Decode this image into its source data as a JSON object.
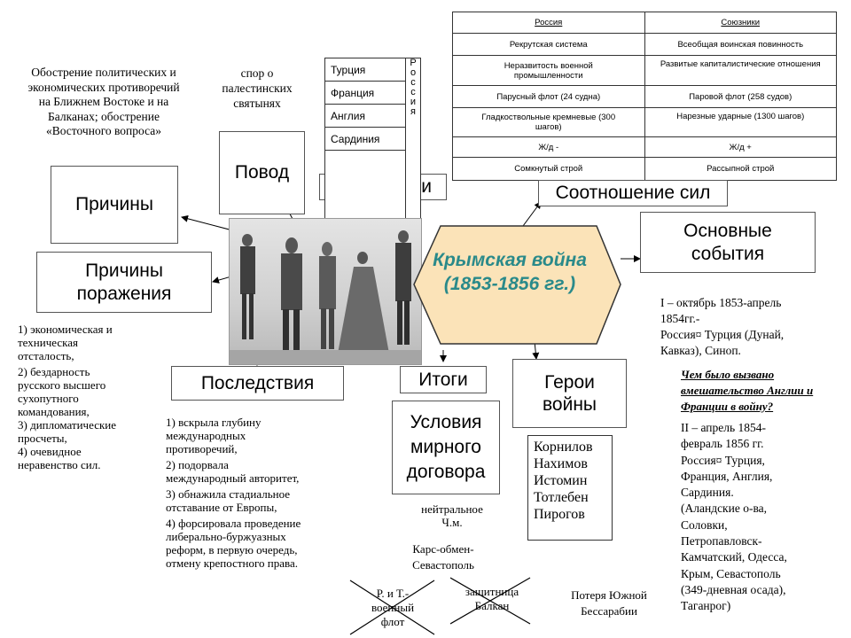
{
  "center": {
    "title": "Крымская война",
    "dates": "(1853-1856 гг.)"
  },
  "boxes": {
    "causes": "Причины",
    "pretext": "Повод",
    "defeat_causes_l1": "Причины",
    "defeat_causes_l2": "поражения",
    "consequences": "Последствия",
    "results": "Итоги",
    "peace_l1": "Условия",
    "peace_l2": "мирного",
    "peace_l3": "договора",
    "heroes_l1": "Герои",
    "heroes_l2": "войны",
    "forces": "Соотношение сил",
    "events_l1": "Основные",
    "events_l2": "события",
    "hidden_fragment": "и"
  },
  "causes_note": [
    "Обострение политических и",
    "экономических противоречий",
    "на Ближнем Востоке и на",
    "Балканах; обострение",
    "«Восточного вопроса»"
  ],
  "pretext_note": [
    "спор о",
    "палестинских",
    "святынях"
  ],
  "alliance": {
    "countries": [
      "Турция",
      "Франция",
      "Англия",
      "Сардиния"
    ],
    "russia_letters": [
      "Р",
      "о",
      "с",
      "с",
      "и",
      "я"
    ]
  },
  "comparison": {
    "headers": [
      "Россия",
      "Союзники"
    ],
    "rows": [
      [
        "Рекрутская система",
        "Всеобщая воинская повинность"
      ],
      [
        "Неразвитость военной промышленности",
        "Развитые капиталистические отношения"
      ],
      [
        "Парусный флот (24 судна)",
        "Паровой флот (258 судов)"
      ],
      [
        "Гладкоствольные кремневые (300 шагов)",
        "Нарезные ударные (1300 шагов)"
      ],
      [
        "Ж/д -",
        "Ж/д +"
      ],
      [
        "Сомкнутый строй",
        "Рассыпной строй"
      ]
    ]
  },
  "defeat_list": [
    [
      "1) экономическая и",
      "техническая",
      "отсталость,"
    ],
    [
      "2) бездарность",
      "русского высшего",
      "сухопутного",
      "командования,"
    ],
    [
      "3) дипломатические",
      "просчеты,"
    ],
    [
      "4) очевидное",
      "неравенство сил."
    ]
  ],
  "consequences_list": [
    [
      "1) вскрыла глубину",
      "международных",
      "противоречий,"
    ],
    [
      "2) подорвала",
      "международный авторитет,"
    ],
    [
      "3) обнажила стадиальное",
      "отставание от Европы,"
    ],
    [
      "4) форсировала проведение",
      "либерально-буржуазных",
      "реформ, в первую очередь,",
      "отмену крепостного права."
    ]
  ],
  "peace_terms": {
    "neutral": [
      "нейтральное",
      "Ч.м."
    ],
    "kars": [
      "Карс-обмен-",
      "Севастополь"
    ],
    "fleet": [
      "Р. и Т.-",
      "военный",
      "флот"
    ],
    "balkans": [
      "защитница",
      "Балкан"
    ],
    "bessarabia": [
      "Потеря Южной",
      "Бессарабии"
    ]
  },
  "heroes": [
    "Корнилов",
    "Нахимов",
    "Истомин",
    "Тотлебен",
    "Пирогов"
  ],
  "events": {
    "stage1": [
      "I – октябрь 1853-апрель",
      "1854гг.-",
      "Россия¤ Турция (Дунай,",
      "Кавказ), Синоп."
    ],
    "question": [
      "Чем было вызвано",
      "вмешательство Англии и",
      "Франции в войну?"
    ],
    "stage2": [
      "II – апрель 1854-",
      "февраль 1856 гг.",
      "Россия¤ Турция,",
      "Франция, Англия,",
      "Сардиния.",
      "(Аландские о-ва,",
      "Соловки,",
      "Петропавловск-",
      "Камчатский, Одесса,",
      "Крым, Севастополь",
      "(349-дневная осада),",
      "Таганрог)"
    ]
  },
  "colors": {
    "title": "#2a8a8a",
    "hexagon": "#fbe3b8",
    "border": "#555555"
  }
}
